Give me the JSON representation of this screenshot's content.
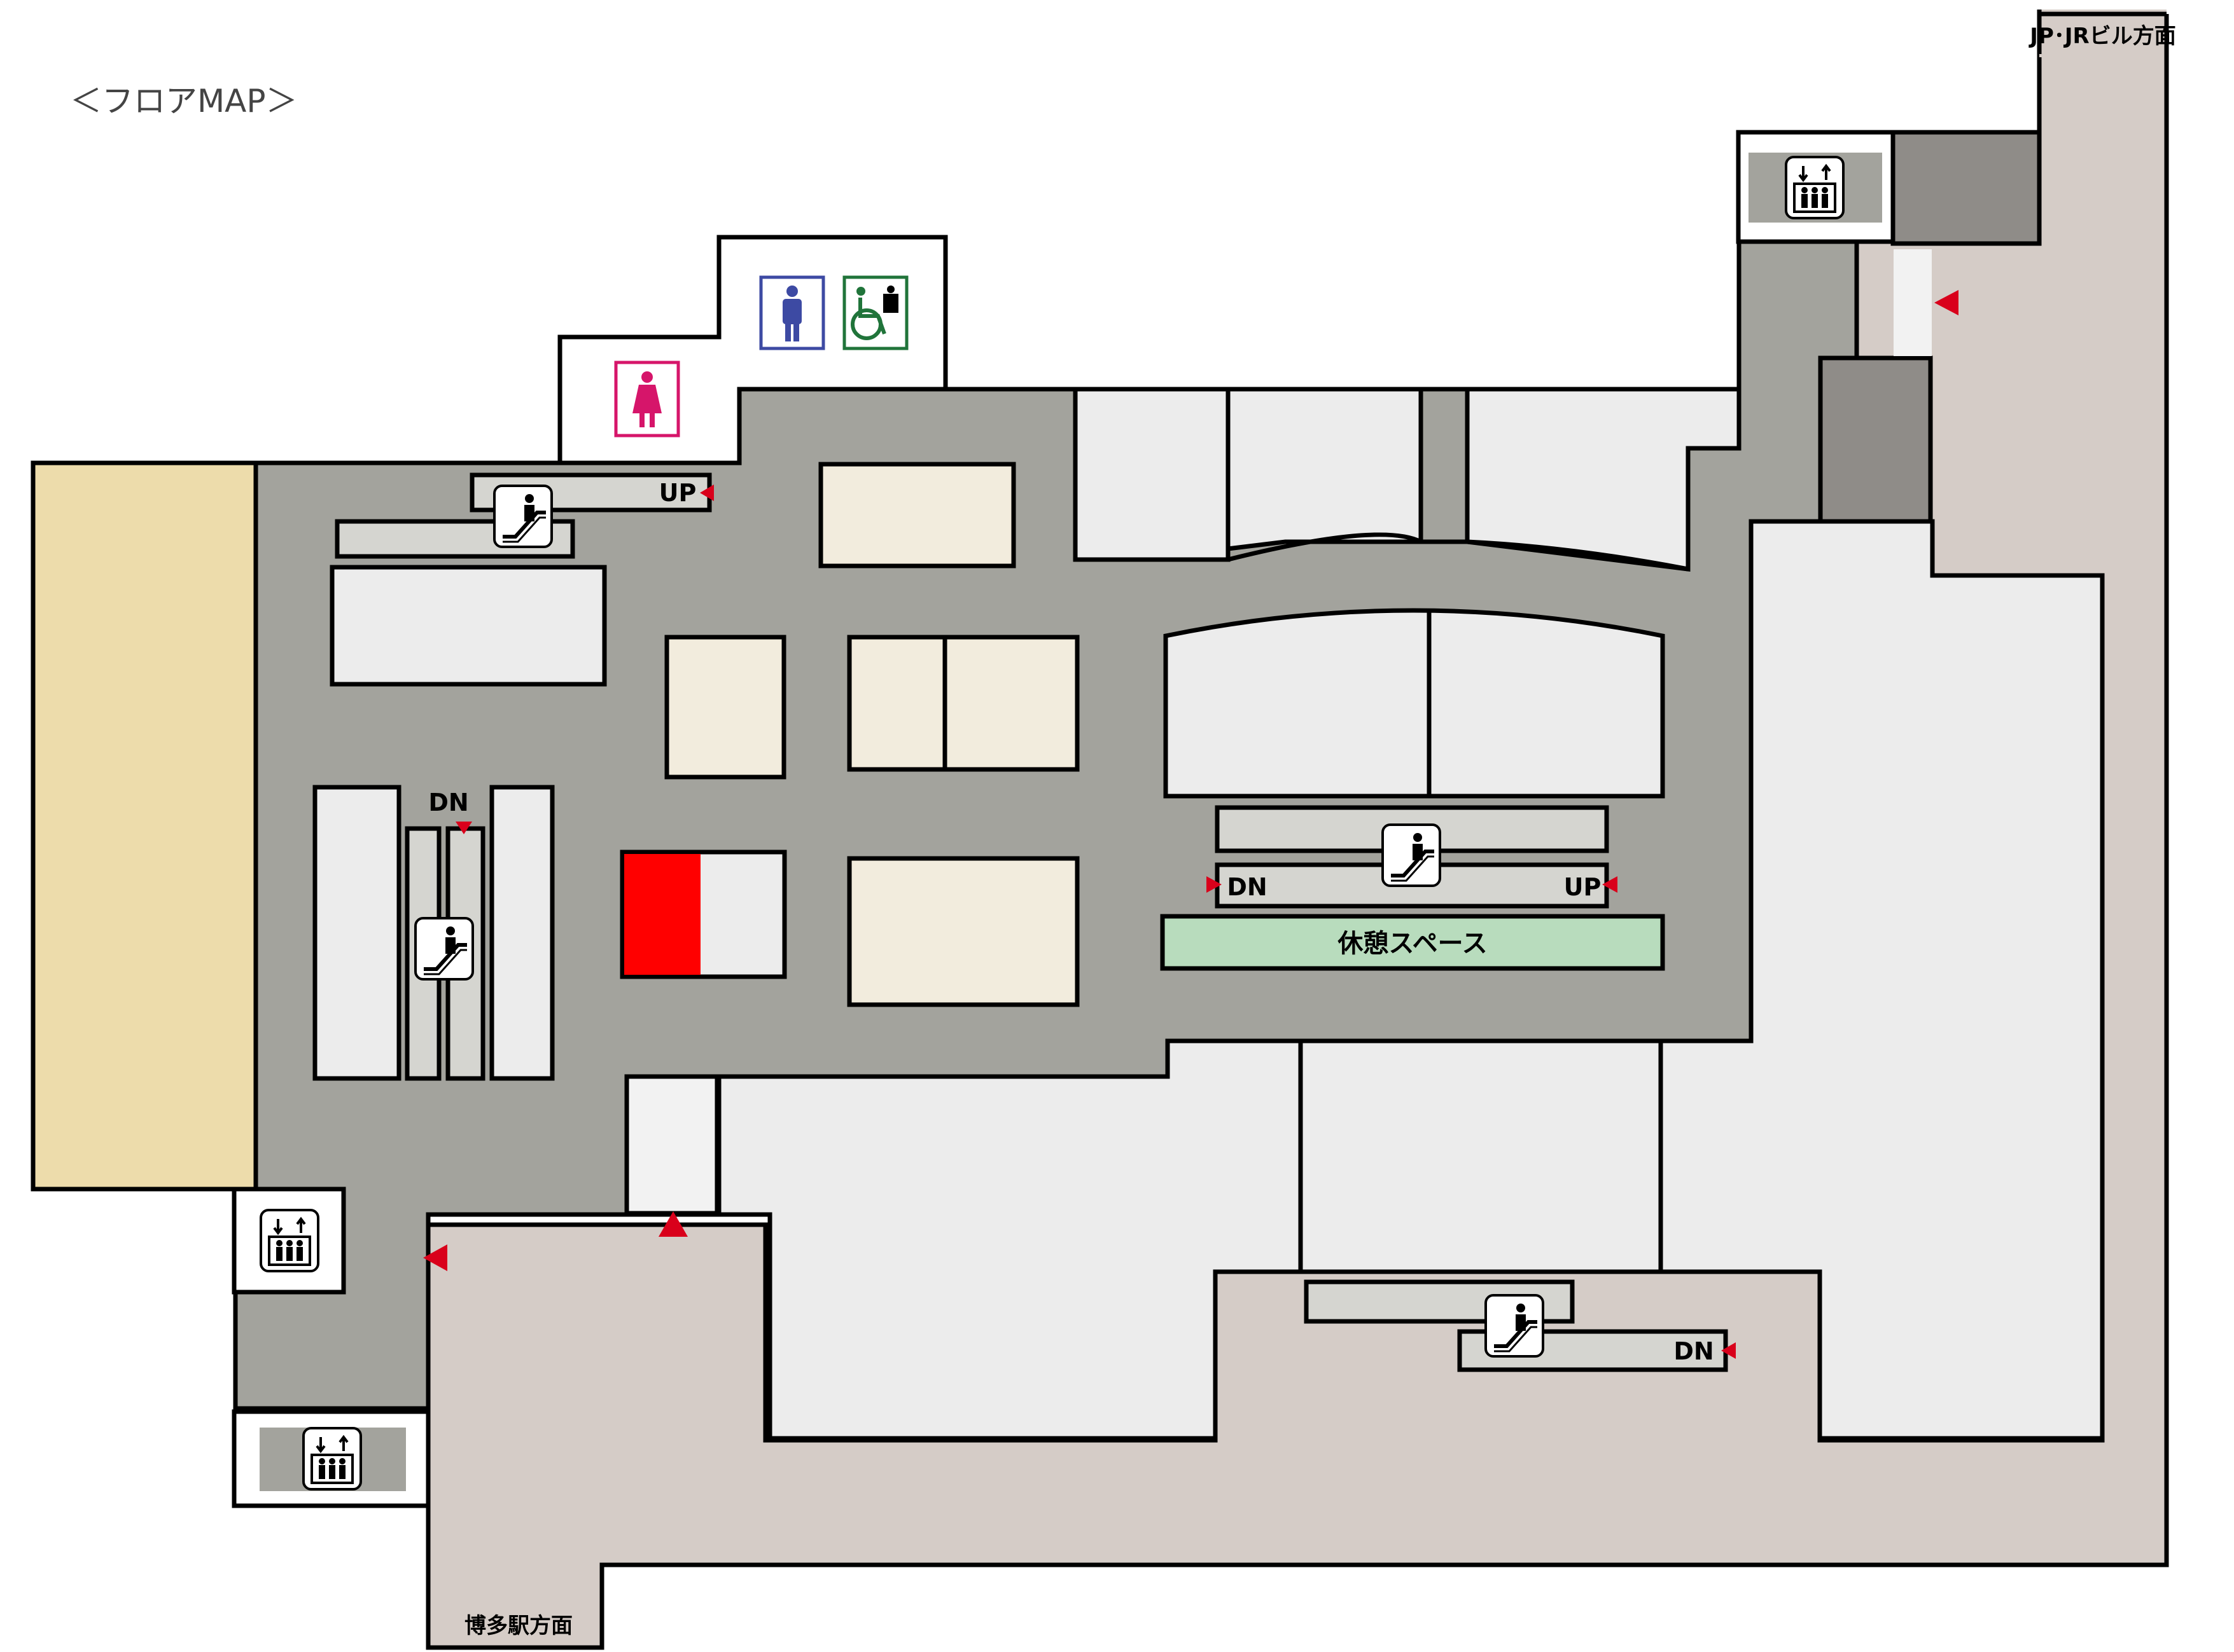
{
  "map": {
    "title": "＜フロアMAP＞",
    "exits": {
      "top_right": "JP･JRビル方面",
      "bottom_left": "博多駅方面"
    },
    "escalator_labels": {
      "upper_left_up": "UP",
      "left_dn": "DN",
      "center_dn": "DN",
      "center_up": "UP",
      "bottom_dn": "DN"
    },
    "rest_area": "休憩スペース",
    "icons": [
      "escalator-icon",
      "elevator-icon",
      "womens-restroom-icon",
      "mens-restroom-icon",
      "accessible-restroom-icon",
      "entrance-arrow-icon"
    ],
    "colors": {
      "corridor": "#a3a39d",
      "passage": "#d5ccc7",
      "shop": "#ececec",
      "shop_cream": "#f2ecdd",
      "tan_area": "#eddcab",
      "rest_area": "#b8dcbd",
      "highlight": "#ff0000",
      "dark_block": "#8f8c88",
      "arrow": "#d9001b",
      "female": "#d6156a",
      "male": "#3d4aa3",
      "accessible": "#20743a"
    }
  }
}
